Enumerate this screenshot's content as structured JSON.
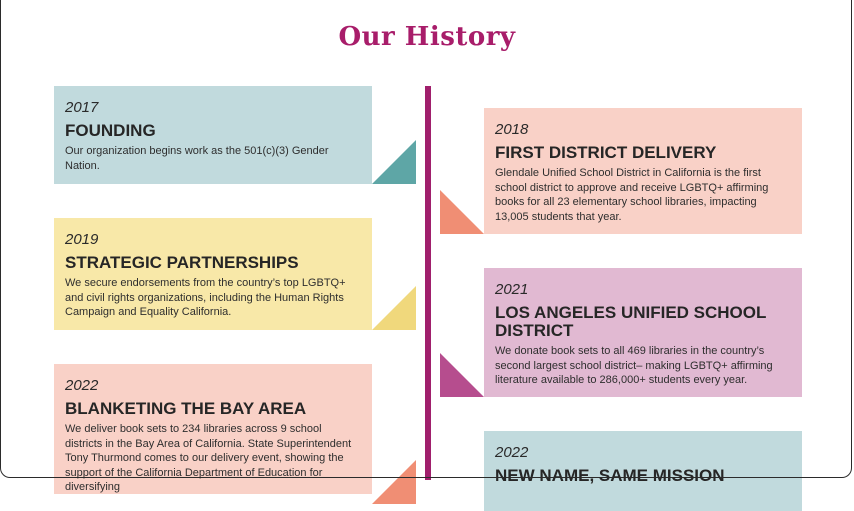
{
  "page": {
    "title": "Our History"
  },
  "colors": {
    "title": "#a81d6a",
    "timeline": "#a01f6c",
    "teal_card": "#c1dadd",
    "yellow_card": "#f8e8a8",
    "peach_card": "#f9d1c7",
    "pink_card": "#e1b9d2"
  },
  "timeline": [
    {
      "year": "2017",
      "heading": "FOUNDING",
      "body": "Our organization begins work as the 501(c)(3) Gender Nation."
    },
    {
      "year": "2018",
      "heading": "FIRST DISTRICT DELIVERY",
      "body": "Glendale Unified School District in California is the first school district to approve and receive LGBTQ+ affirming books for all 23 elementary school libraries, impacting 13,005 students that year."
    },
    {
      "year": "2019",
      "heading": "STRATEGIC PARTNERSHIPS",
      "body": "We secure endorsements from the country’s top LGBTQ+ and civil rights organizations, including the Human Rights Campaign and Equality California."
    },
    {
      "year": "2021",
      "heading": "LOS ANGELES UNIFIED SCHOOL DISTRICT",
      "body": "We donate book sets to all 469 libraries in the country’s second largest school district– making LGBTQ+ affirming literature available to 286,000+ students every year."
    },
    {
      "year": "2022",
      "heading": "BLANKETING THE BAY AREA",
      "body": "We deliver book sets to 234 libraries across 9 school districts in the Bay Area of California. State Superintendent Tony Thurmond comes to our delivery event, showing the support of the California Department of Education for diversifying"
    },
    {
      "year": "2022",
      "heading": "NEW NAME, SAME MISSION",
      "body": ""
    }
  ]
}
